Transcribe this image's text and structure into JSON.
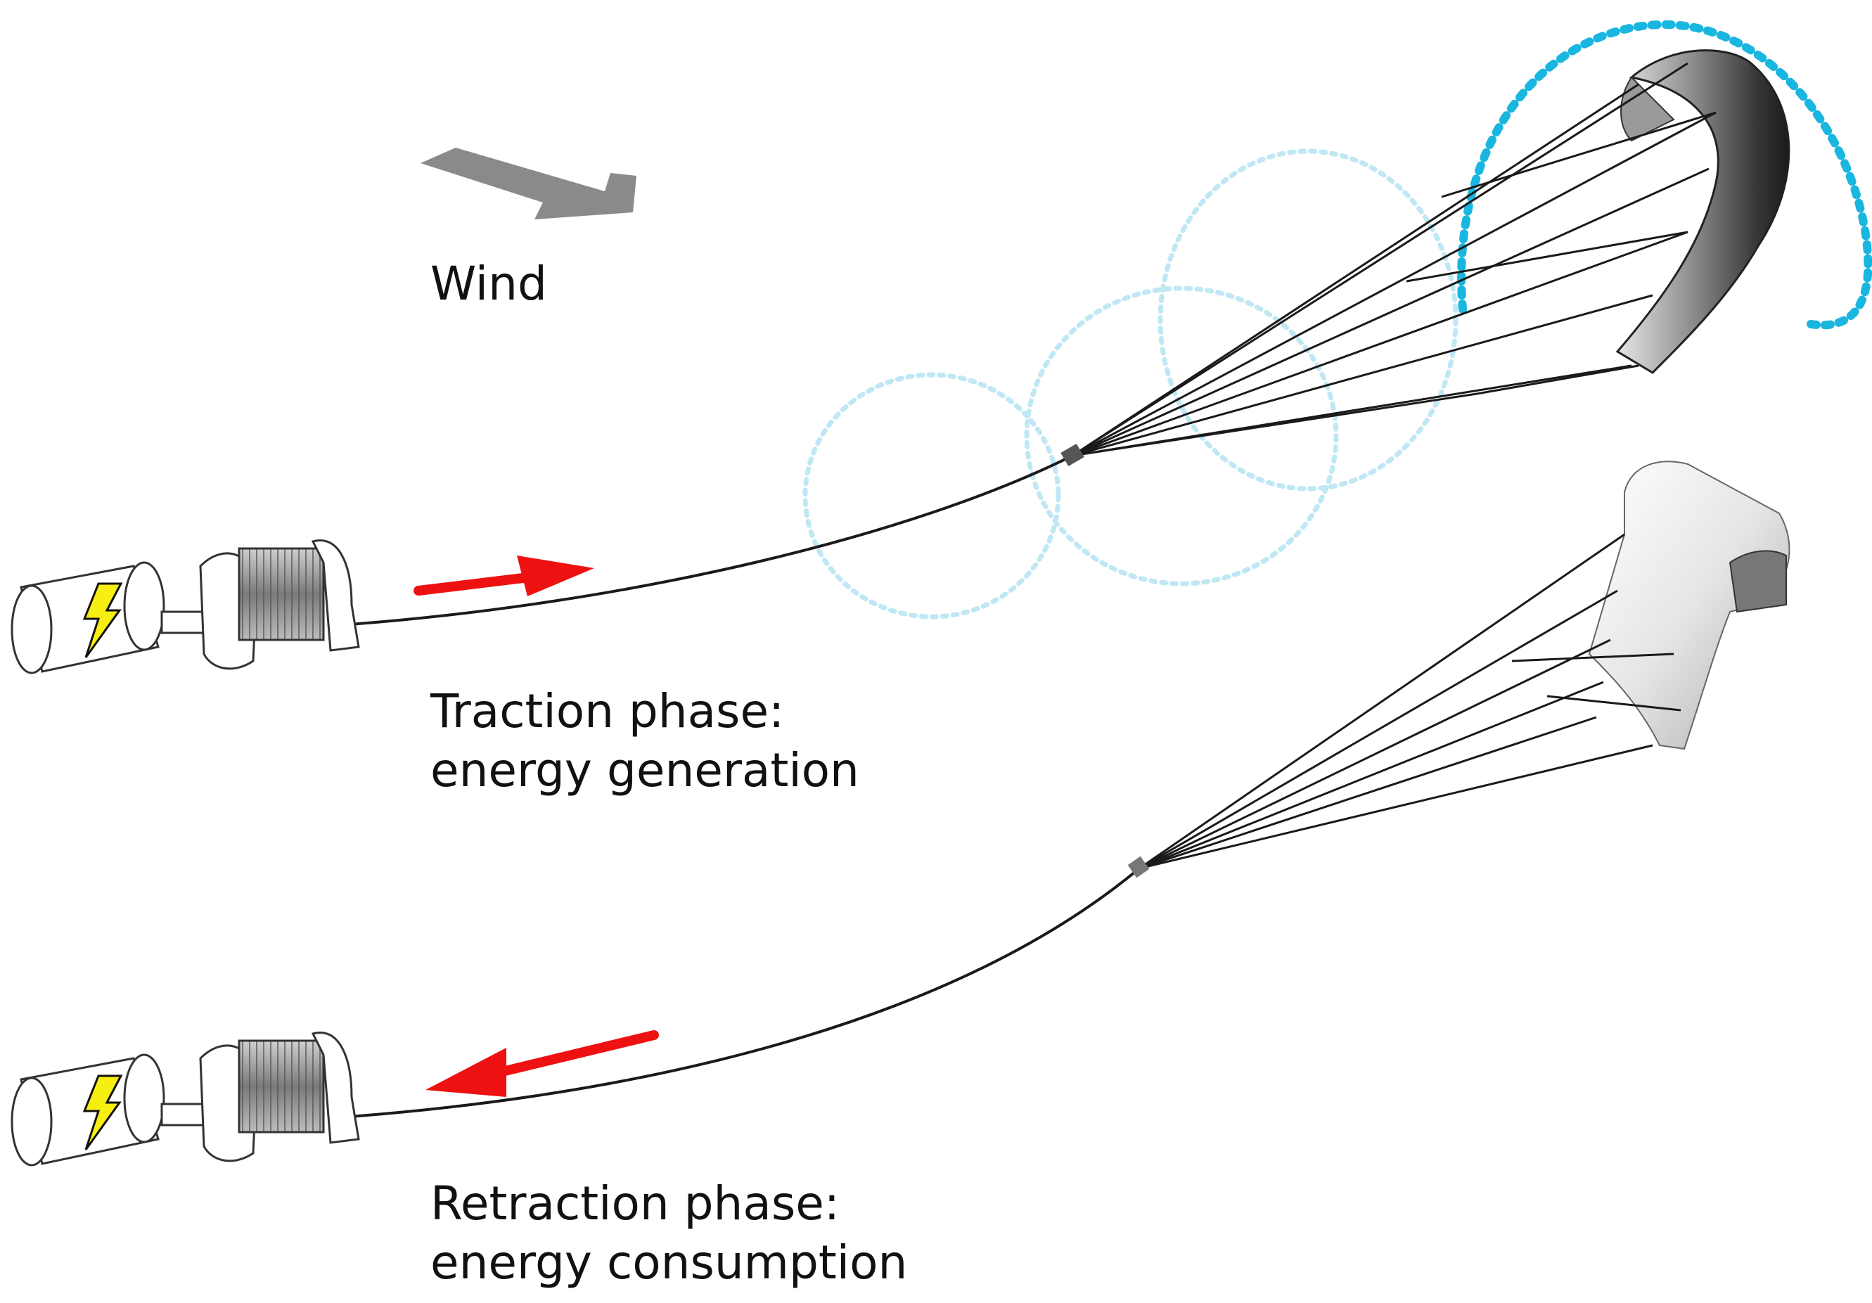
{
  "wind": {
    "label": "Wind"
  },
  "traction": {
    "line1": "Traction phase:",
    "line2": "energy generation"
  },
  "retraction": {
    "line1": "Retraction phase:",
    "line2": "energy consumption"
  },
  "colors": {
    "arrow_red": "#ee1111",
    "wind_arrow": "#8a8a8a",
    "path_light": "#bfe8f4",
    "path_strong": "#19b6e0",
    "bolt": "#f7ee12"
  },
  "icons": [
    "wind-arrow-icon",
    "generator-icon",
    "lightning-bolt-icon",
    "winch-drum-icon",
    "kite-icon",
    "tether-line",
    "flight-path"
  ]
}
